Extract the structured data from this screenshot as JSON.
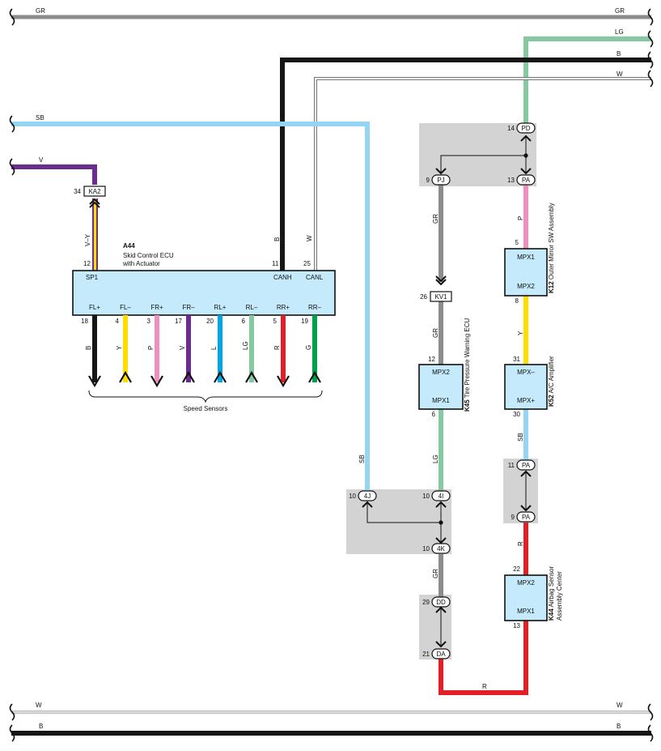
{
  "buses": {
    "gr": "GR",
    "lg": "LG",
    "b": "B",
    "w": "W",
    "sb": "SB",
    "v": "V",
    "w_bottom": "W",
    "b_bottom": "B"
  },
  "colors": {
    "GR": "#8c8c8c",
    "LG": "#85c9a0",
    "B": "#161616",
    "W": "#ffffff",
    "SB": "#93d5f2",
    "V": "#6a2c8f",
    "Y": "#fdde00",
    "P": "#f08ebd",
    "L": "#00a5e6",
    "R": "#e41e26",
    "G": "#00a04a",
    "module_fill": "#c4eafb",
    "junction_fill": "#d3d3d3"
  },
  "a44": {
    "code": "A44",
    "name_line1": "Skid Control ECU",
    "name_line2": "with Actuator",
    "sp1": {
      "pin": "12",
      "label": "SP1",
      "wire": "V–Y"
    },
    "canh": {
      "pin": "11",
      "label": "CANH",
      "wire": "B"
    },
    "canl": {
      "pin": "25",
      "label": "CANL",
      "wire": "W"
    },
    "sensor_pins": [
      {
        "label": "FL+",
        "pin": "18",
        "wire": "B"
      },
      {
        "label": "FL–",
        "pin": "4",
        "wire": "Y"
      },
      {
        "label": "FR+",
        "pin": "3",
        "wire": "P"
      },
      {
        "label": "FR–",
        "pin": "17",
        "wire": "V"
      },
      {
        "label": "RL+",
        "pin": "20",
        "wire": "L"
      },
      {
        "label": "RL–",
        "pin": "6",
        "wire": "LG"
      },
      {
        "label": "RR+",
        "pin": "5",
        "wire": "R"
      },
      {
        "label": "RR–",
        "pin": "19",
        "wire": "G"
      }
    ],
    "speed_sensors_label": "Speed Sensors"
  },
  "ka2": {
    "pin": "34",
    "label": "KA2"
  },
  "kv1": {
    "pin": "26",
    "label": "KV1"
  },
  "junctions": {
    "pd": {
      "pin": "14",
      "label": "PD"
    },
    "pj": {
      "pin": "9",
      "label": "PJ"
    },
    "pa_top": {
      "pin": "13",
      "label": "PA"
    },
    "pa_11": {
      "pin": "11",
      "label": "PA"
    },
    "pa_9": {
      "pin": "9",
      "label": "PA"
    },
    "j4j": {
      "pin": "10",
      "label": "4J"
    },
    "j4i": {
      "pin": "10",
      "label": "4I"
    },
    "j4k": {
      "pin": "10",
      "label": "4K"
    },
    "dd": {
      "pin": "29",
      "label": "DD"
    },
    "da": {
      "pin": "21",
      "label": "DA"
    }
  },
  "k12": {
    "code": "K12",
    "name": "Outer Mirror SW Assembly",
    "mpx1": "MPX1",
    "mpx2": "MPX2",
    "pin_top": "5",
    "pin_bottom": "8"
  },
  "k45": {
    "code": "K45",
    "name": "Tire Pressure Warning ECU",
    "mpx2": "MPX2",
    "mpx1": "MPX1",
    "pin_top": "12",
    "pin_bottom": "6"
  },
  "k52": {
    "code": "K52",
    "name": "A/C Amplifier",
    "mpxm": "MPX–",
    "mpxp": "MPX+",
    "pin_top": "31",
    "pin_bottom": "30"
  },
  "k44": {
    "code": "K44",
    "name_line1": "Airbag Sensor",
    "name_line2": "Assembly Center",
    "mpx2": "MPX2",
    "mpx1": "MPX1",
    "pin_top": "22",
    "pin_bottom": "13"
  },
  "wire_labels": {
    "pj_down": "GR",
    "kv1_down": "GR",
    "k45_down": "LG",
    "sb_down": "SB",
    "pa_down": "P",
    "k12_down": "Y",
    "k52_down": "SB",
    "pa9_down": "R",
    "j4k_down": "GR",
    "bottom_r": "R"
  }
}
